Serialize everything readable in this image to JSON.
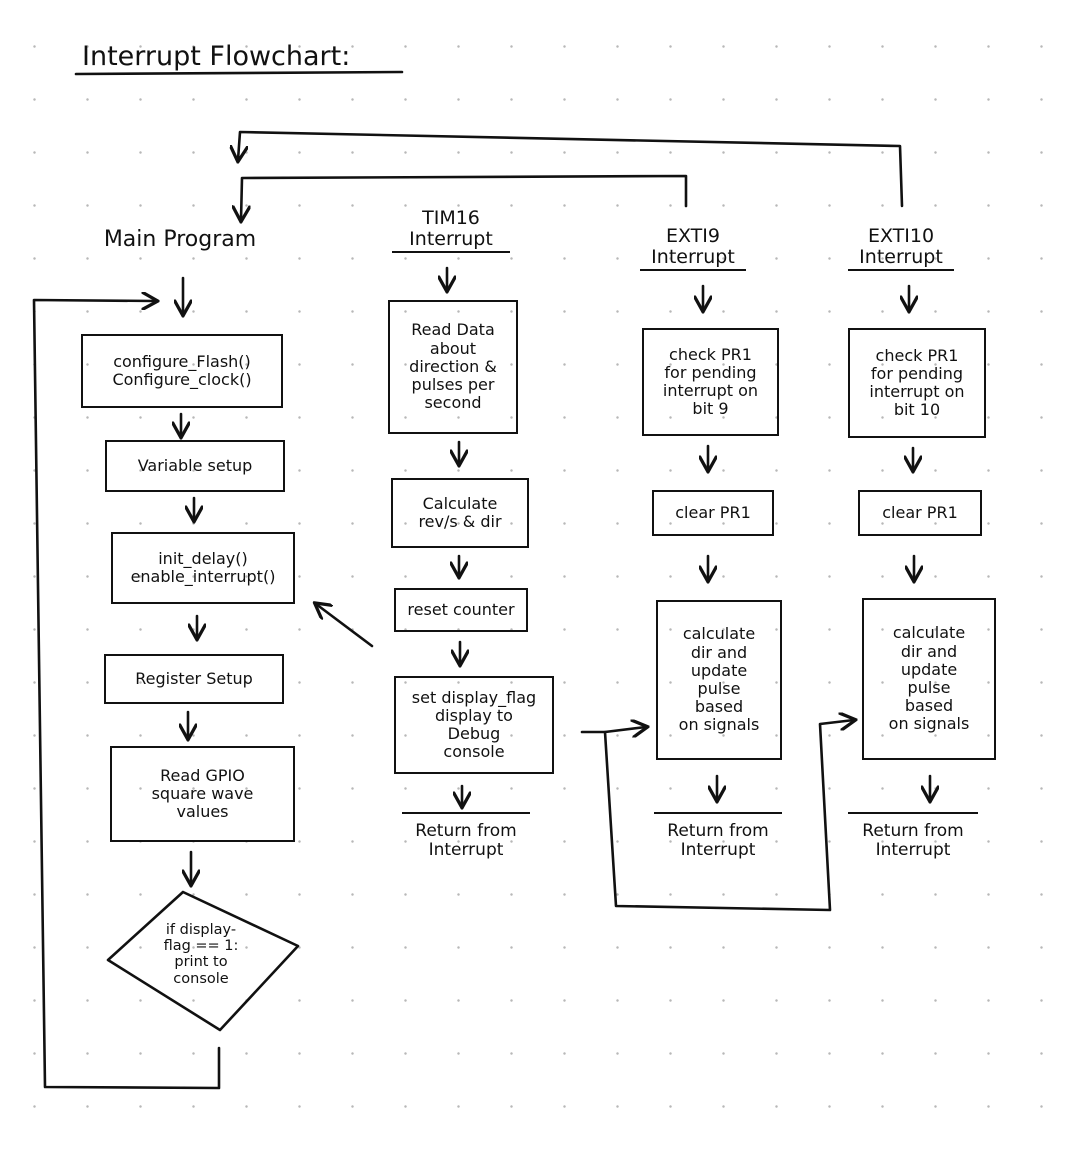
{
  "title": "Interrupt Flowchart:",
  "columns": {
    "main": {
      "header": "Main Program",
      "steps": [
        "configure_Flash()\nConfigure_clock()",
        "Variable setup",
        "init_delay()\nenable_interrupt()",
        "Register Setup",
        "Read GPIO\nsquare wave\nvalues"
      ],
      "decision": "if display-\nflag == 1:\nprint to\nconsole"
    },
    "tim16": {
      "header": "TIM16\nInterrupt",
      "steps": [
        "Read Data\nabout\ndirection &\npulses per\nsecond",
        "Calculate\nrev/s & dir",
        "reset counter",
        "set display_flag\ndisplay to\nDebug\nconsole"
      ],
      "return": "Return from\nInterrupt"
    },
    "exti9": {
      "header": "EXTI9\nInterrupt",
      "steps": [
        "check PR1\nfor pending\ninterrupt on\nbit 9",
        "clear PR1",
        "calculate\ndir and\nupdate\npulse\nbased\non signals"
      ],
      "return": "Return from\nInterrupt"
    },
    "exti10": {
      "header": "EXTI10\nInterrupt",
      "steps": [
        "check PR1\nfor pending\ninterrupt on\nbit 10",
        "clear PR1",
        "calculate\ndir and\nupdate\npulse\nbased\non signals"
      ],
      "return": "Return from\nInterrupt"
    }
  }
}
